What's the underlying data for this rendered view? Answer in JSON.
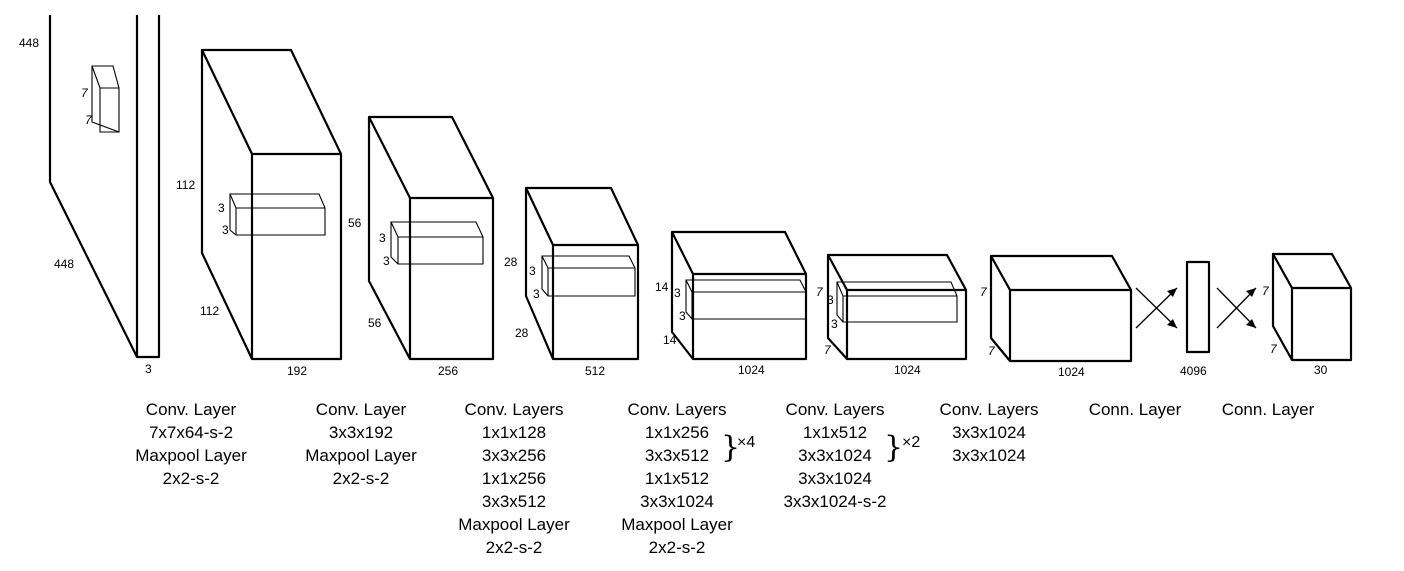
{
  "stages": [
    {
      "dims": {
        "height": "448",
        "depth": "448",
        "channels": "3",
        "kernel_a": "7",
        "kernel_b": "7"
      },
      "caption": [
        "Conv. Layer",
        "7x7x64-s-2",
        "Maxpool Layer",
        "2x2-s-2"
      ]
    },
    {
      "dims": {
        "height": "112",
        "depth": "112",
        "channels": "192",
        "kernel_a": "3",
        "kernel_b": "3"
      },
      "caption": [
        "Conv. Layer",
        "3x3x192",
        "Maxpool Layer",
        "2x2-s-2"
      ]
    },
    {
      "dims": {
        "height": "56",
        "depth": "56",
        "channels": "256",
        "kernel_a": "3",
        "kernel_b": "3"
      },
      "caption": [
        "Conv. Layers",
        "1x1x128",
        "3x3x256",
        "1x1x256",
        "3x3x512",
        "Maxpool Layer",
        "2x2-s-2"
      ]
    },
    {
      "dims": {
        "height": "28",
        "depth": "28",
        "channels": "512",
        "kernel_a": "3",
        "kernel_b": "3"
      },
      "caption": [
        "Conv. Layers",
        "1x1x256",
        "3x3x512",
        "1x1x512",
        "3x3x1024",
        "Maxpool Layer",
        "2x2-s-2"
      ],
      "repeat": "×4"
    },
    {
      "dims": {
        "height": "14",
        "depth": "14",
        "channels": "1024",
        "kernel_a": "3",
        "kernel_b": "3"
      },
      "caption": [
        "Conv. Layers",
        "1x1x512",
        "3x3x1024",
        "3x3x1024",
        "3x3x1024-s-2"
      ],
      "repeat": "×2"
    },
    {
      "dims": {
        "height": "7",
        "depth": "7",
        "channels": "1024",
        "kernel_a": "3",
        "kernel_b": "3"
      },
      "caption": [
        "Conv. Layers",
        "3x3x1024",
        "3x3x1024"
      ]
    },
    {
      "dims": {
        "height": "7",
        "depth": "7",
        "channels": "1024"
      },
      "caption": [
        "Conn. Layer"
      ]
    },
    {
      "dims": {
        "channels": "4096"
      },
      "caption": [
        "Conn. Layer"
      ]
    },
    {
      "dims": {
        "height": "7",
        "depth": "7",
        "channels": "30"
      }
    }
  ]
}
